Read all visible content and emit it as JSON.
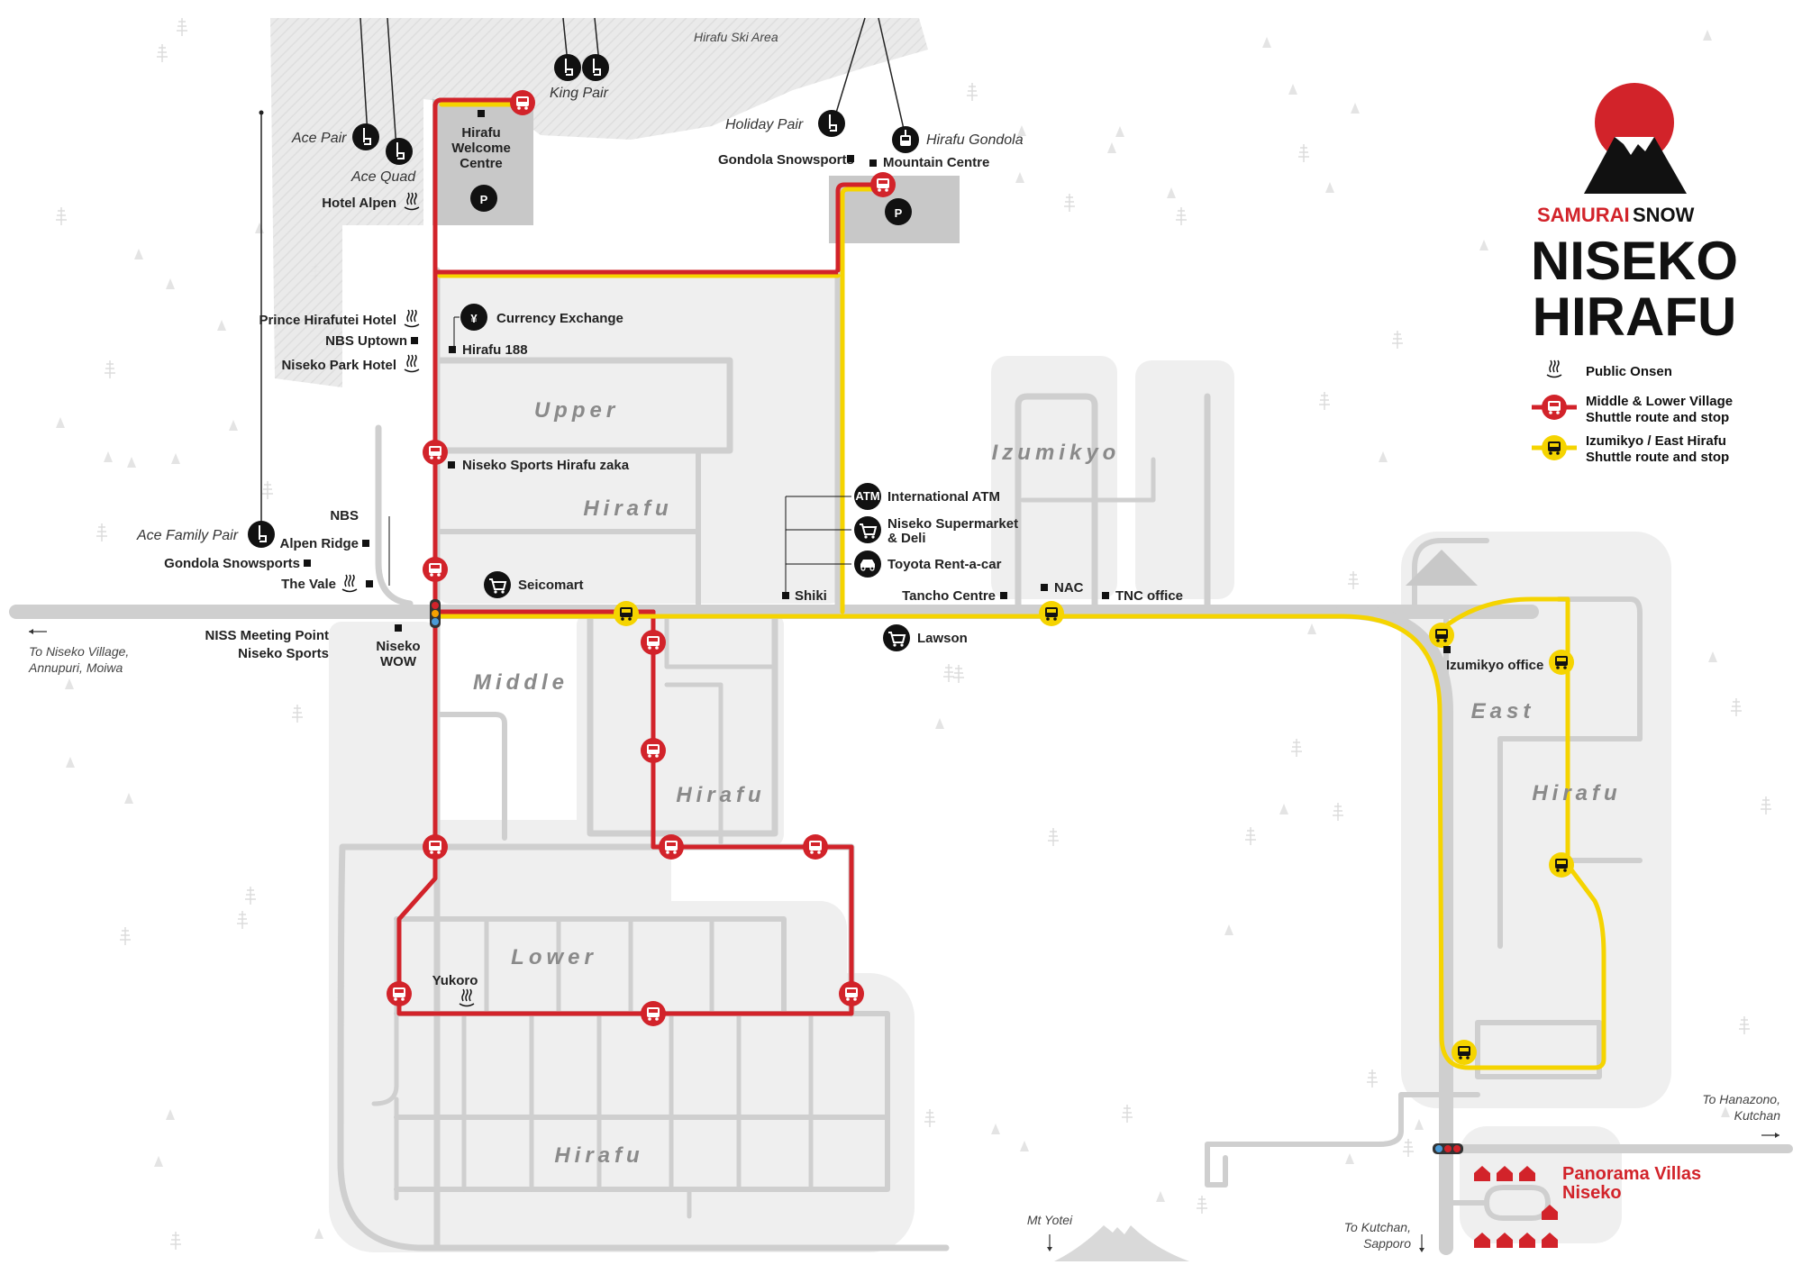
{
  "title": {
    "line1": "NISEKO",
    "line2": "HIRAFU",
    "brand_left": "SAMURAI",
    "brand_right": "SNOW"
  },
  "legend": {
    "onsen": "Public Onsen",
    "red_route_1": "Middle & Lower Village",
    "red_route_2": "Shuttle route and stop",
    "yellow_route_1": "Izumikyo / East Hirafu",
    "yellow_route_2": "Shuttle route and stop"
  },
  "colors": {
    "red_route": "#d2232a",
    "yellow_route": "#f5d400",
    "road": "#cfcfcf",
    "block": "#efefef",
    "building": "#c8c8c8"
  },
  "areas": {
    "upper": "Upper",
    "upper_hirafu": "Hirafu",
    "middle": "Middle",
    "middle_hirafu": "Hirafu",
    "lower": "Lower",
    "lower_hirafu": "Hirafu",
    "izumikyo": "Izumikyo",
    "east": "East",
    "east_hirafu": "Hirafu"
  },
  "ski_area": "Hirafu Ski Area",
  "lifts": {
    "ace_pair": "Ace Pair",
    "ace_quad": "Ace Quad",
    "king_pair": "King Pair",
    "holiday_pair": "Holiday Pair",
    "hirafu_gondola": "Hirafu Gondola",
    "ace_family_pair": "Ace Family Pair"
  },
  "places": {
    "welcome_1": "Hirafu",
    "welcome_2": "Welcome",
    "welcome_3": "Centre",
    "gondola_snowsports_top": "Gondola Snowsports",
    "mountain_centre": "Mountain Centre",
    "hotel_alpen": "Hotel Alpen",
    "prince": "Prince Hirafutei Hotel",
    "nbs_uptown": "NBS Uptown",
    "niseko_park": "Niseko Park Hotel",
    "currency": "Currency Exchange",
    "hirafu188": "Hirafu 188",
    "sports_hirafu_zaka": "Niseko Sports Hirafu zaka",
    "nbs": "NBS",
    "alpen_ridge": "Alpen Ridge",
    "gondola_snowsports": "Gondola Snowsports",
    "the_vale": "The Vale",
    "seicomart": "Seicomart",
    "niss_1": "NISS Meeting Point",
    "niss_2": "Niseko Sports",
    "niseko_wow_1": "Niseko",
    "niseko_wow_2": "WOW",
    "intl_atm": "International ATM",
    "supermarket_1": "Niseko Supermarket",
    "supermarket_2": "& Deli",
    "toyota": "Toyota Rent-a-car",
    "shiki": "Shiki",
    "tancho": "Tancho Centre",
    "nac": "NAC",
    "tnc": "TNC office",
    "lawson": "Lawson",
    "izumikyo_office": "Izumikyo office",
    "yukoro": "Yukoro",
    "panorama_1": "Panorama Villas",
    "panorama_2": "Niseko",
    "mt_yotei": "Mt Yotei"
  },
  "directions": {
    "niseko_village_1": "To Niseko Village,",
    "niseko_village_2": "Annupuri, Moiwa",
    "hanazono_1": "To Hanazono,",
    "hanazono_2": "Kutchan",
    "kutchan_1": "To Kutchan,",
    "kutchan_2": "Sapporo"
  },
  "icons": {
    "parking": "P",
    "atm": "ATM",
    "yen": "¥",
    "onsen": "onsen-icon",
    "bus": "bus-icon",
    "lift": "chairlift-icon",
    "gondola": "gondola-icon",
    "cart": "shopping-cart-icon",
    "car": "car-icon"
  }
}
